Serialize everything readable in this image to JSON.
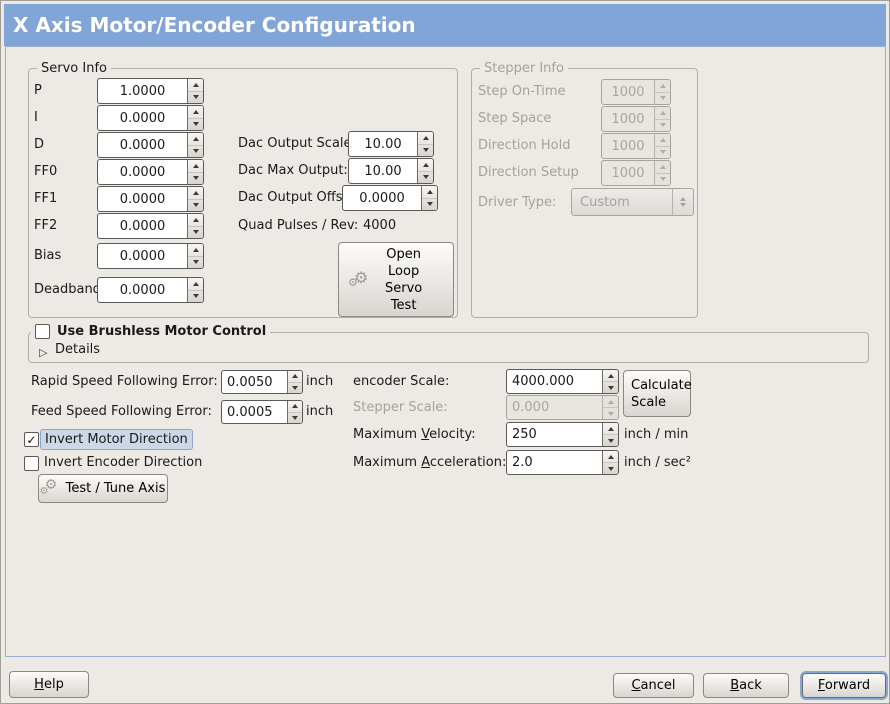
{
  "window": {
    "title": "X Axis Motor/Encoder Configuration"
  },
  "icons": {
    "checkmark": "✓",
    "gears": "⚙",
    "expander": "▷"
  },
  "colors": {
    "titlebar": "#81a5d6",
    "panel_bg": "#edeae6",
    "focus_highlight_bg": "#ccd8e8",
    "focus_ring": "#84a8d8"
  },
  "servo_info": {
    "legend": "Servo Info",
    "fields": [
      {
        "label": "P",
        "value": "1.0000"
      },
      {
        "label": "I",
        "value": "0.0000"
      },
      {
        "label": "D",
        "value": "0.0000"
      },
      {
        "label": "FF0",
        "value": "0.0000"
      },
      {
        "label": "FF1",
        "value": "0.0000"
      },
      {
        "label": "FF2",
        "value": "0.0000"
      },
      {
        "label": "Bias",
        "value": "0.0000"
      },
      {
        "label": "Deadband",
        "value": "0.0000"
      }
    ]
  },
  "dac": {
    "rows": [
      {
        "label": "Dac Output Scale:",
        "value": "10.00"
      },
      {
        "label": "Dac Max Output:",
        "value": "10.00"
      },
      {
        "label": "Dac Output Offset:",
        "value": "0.0000"
      }
    ],
    "quad": {
      "label": "Quad Pulses / Rev:",
      "value": "4000"
    },
    "open_loop_button": {
      "lines": [
        "Open",
        "Loop",
        "Servo",
        "Test"
      ]
    }
  },
  "stepper_info": {
    "legend": "Stepper Info",
    "fields": [
      {
        "label": "Step On-Time",
        "value": "1000"
      },
      {
        "label": "Step Space",
        "value": "1000"
      },
      {
        "label": "Direction Hold",
        "value": "1000"
      },
      {
        "label": "Direction Setup",
        "value": "1000"
      }
    ],
    "driver_type": {
      "label": "Driver Type:",
      "value": "Custom"
    }
  },
  "brushless": {
    "label": "Use Brushless Motor Control",
    "checked": false,
    "details_label": "Details"
  },
  "following_error": {
    "rapid": {
      "label": "Rapid Speed Following Error:",
      "value": "0.0050",
      "unit": "inch"
    },
    "feed": {
      "label": "Feed Speed Following Error:",
      "value": "0.0005",
      "unit": "inch"
    }
  },
  "scaling": {
    "encoder": {
      "label": "encoder Scale:",
      "value": "4000.000"
    },
    "calculate_button": {
      "lines": [
        "Calculate",
        "Scale"
      ]
    },
    "stepper": {
      "label": "Stepper Scale:",
      "value": "0.000"
    },
    "velocity": {
      "pre": "Maximum ",
      "mn": "V",
      "post": "elocity:",
      "value": "250",
      "unit": "inch / min"
    },
    "acceleration": {
      "pre": "Maximum ",
      "mn": "A",
      "post": "cceleration:",
      "value": "2.0",
      "unit": "inch / sec²"
    }
  },
  "direction": {
    "invert_motor": {
      "label": "Invert Motor Direction",
      "checked": true
    },
    "invert_encoder": {
      "label": "Invert Encoder Direction",
      "checked": false
    },
    "test_tune_button": "Test / Tune Axis"
  },
  "footer": {
    "help": {
      "mn": "H",
      "rest": "elp"
    },
    "cancel": {
      "mn": "C",
      "rest": "ancel"
    },
    "back": {
      "mn": "B",
      "rest": "ack"
    },
    "forward": {
      "mn": "F",
      "rest": "orward"
    }
  }
}
